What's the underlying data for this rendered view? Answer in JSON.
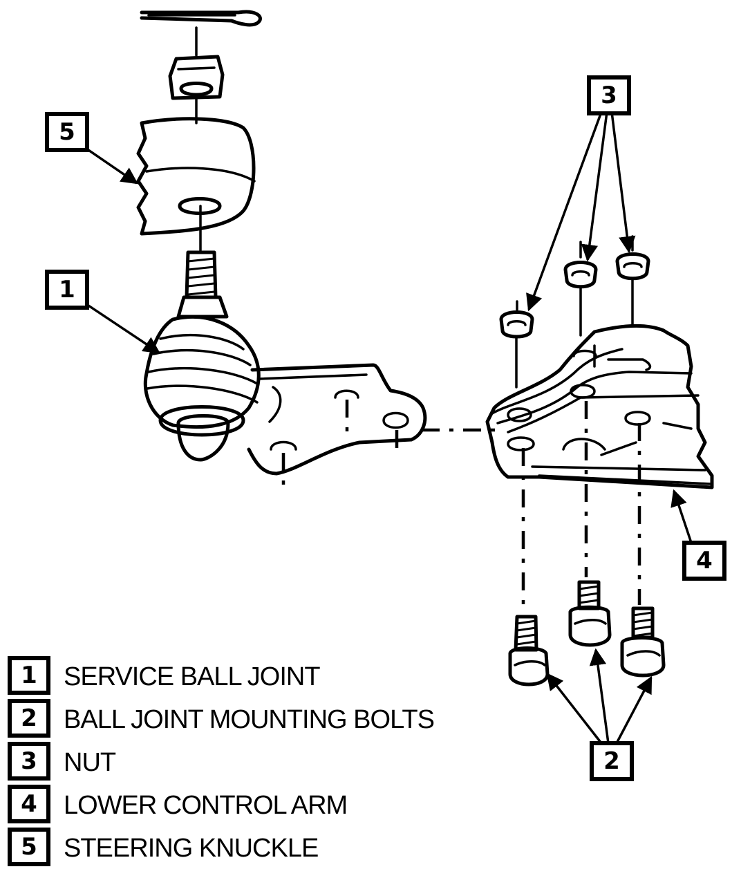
{
  "callouts": [
    {
      "id": "1",
      "label": "1"
    },
    {
      "id": "2",
      "label": "2"
    },
    {
      "id": "3",
      "label": "3"
    },
    {
      "id": "4",
      "label": "4"
    },
    {
      "id": "5",
      "label": "5"
    }
  ],
  "legend": [
    {
      "number": "1",
      "text": "SERVICE BALL JOINT"
    },
    {
      "number": "2",
      "text": "BALL JOINT MOUNTING BOLTS"
    },
    {
      "number": "3",
      "text": "NUT"
    },
    {
      "number": "4",
      "text": "LOWER CONTROL ARM"
    },
    {
      "number": "5",
      "text": "STEERING KNUCKLE"
    }
  ]
}
